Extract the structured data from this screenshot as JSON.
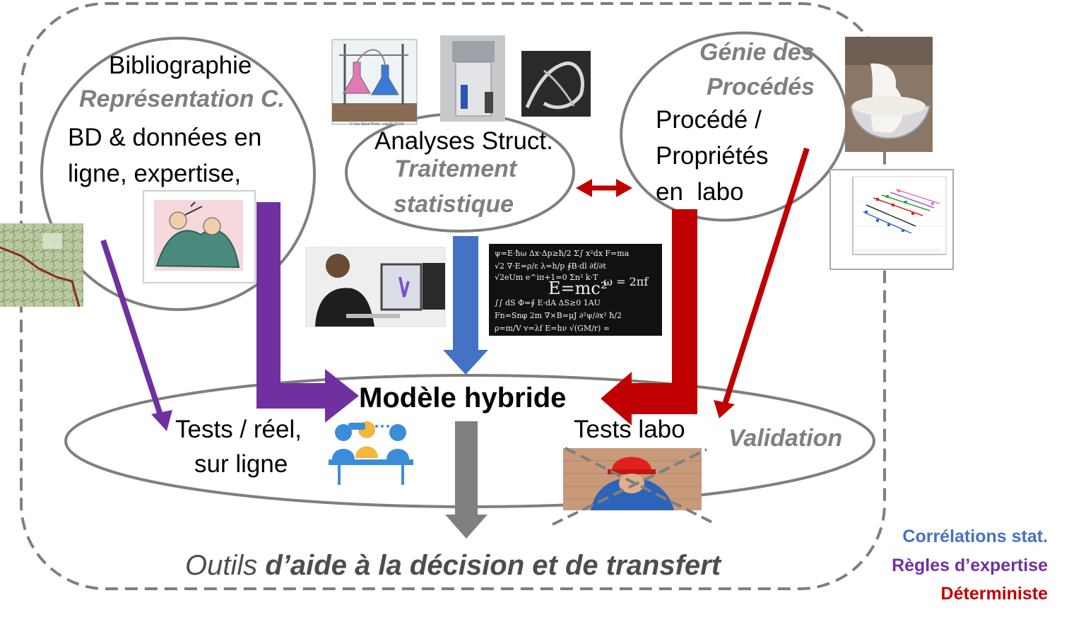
{
  "biblio": {
    "title": "Bibliographie",
    "subtitle": "Représentation C.",
    "line1": "BD & données en",
    "line2": "ligne, expertise,"
  },
  "analyses": {
    "title": "Analyses Struct.",
    "sub1": "Traitement",
    "sub2": "statistique"
  },
  "genie": {
    "title1": "Génie des",
    "title2": "Procédés",
    "line1": "Procédé /",
    "line2": "Propriétés",
    "line3": "en  labo"
  },
  "model": {
    "title": "Modèle hybride",
    "tests_real_1": "Tests / réel,",
    "tests_real_2": "sur ligne",
    "tests_lab": "Tests labo",
    "validation": "Validation"
  },
  "footer": {
    "outils": "Outils",
    "decision": "d’aide à la décision et de transfert"
  },
  "legend": [
    {
      "label": "Corrélations stat.",
      "color": "#4472c4"
    },
    {
      "label": "Règles d’expertise",
      "color": "#7030a0"
    },
    {
      "label": "Déterministe",
      "color": "#c00000"
    }
  ],
  "colors": {
    "stat": "#4472c4",
    "expert": "#7030a0",
    "determ": "#c00000",
    "outline": "#7f7f7f",
    "down_arrow": "#808080"
  },
  "formula_text": "E=mc²",
  "formula_text2": "ω = 2πf",
  "photo_caption": "© Can Stock Photo - csp15129106"
}
